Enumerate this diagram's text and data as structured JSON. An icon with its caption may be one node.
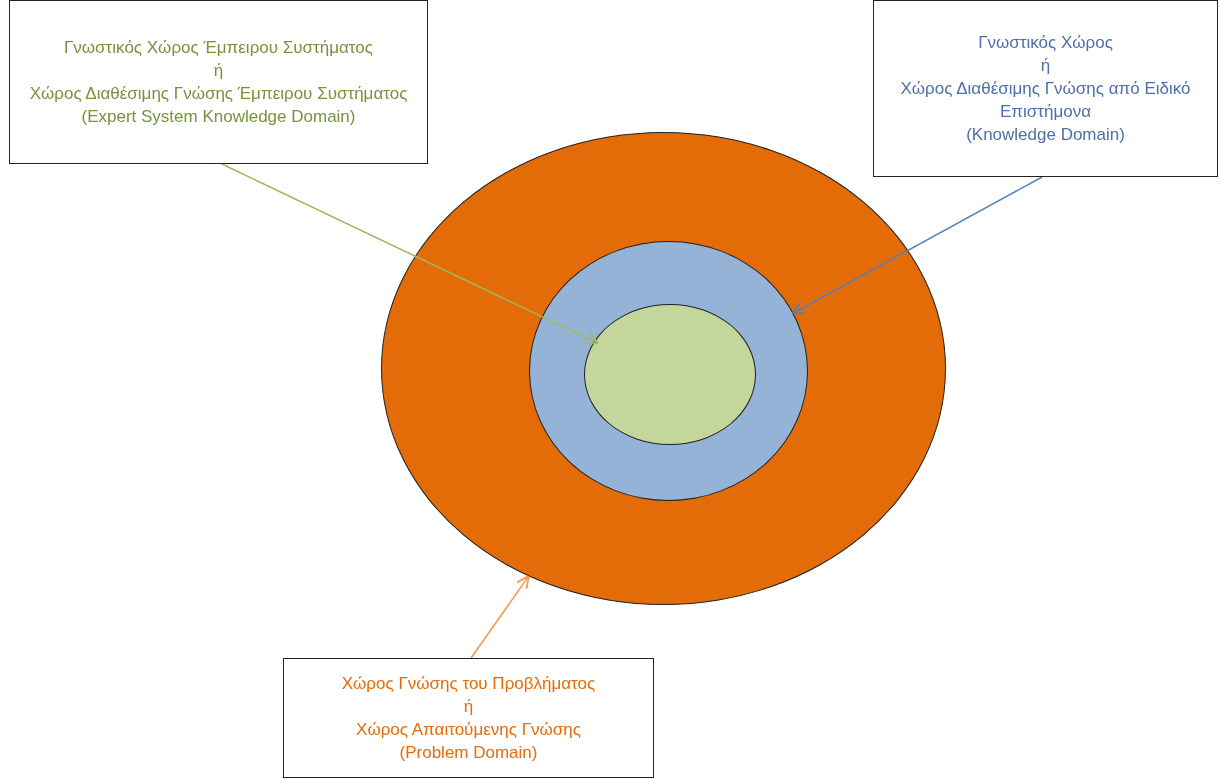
{
  "diagram": {
    "nodes": [
      {
        "text": [
          "Γνωστικός Χώρος Έμπειρου Συστήματος",
          "ή",
          "Χώρος Διαθέσιμης Γνώσης Έμπειρου Συστήματος",
          "(Expert System Knowledge Domain)"
        ]
      },
      {
        "text": [
          "Γνωστικός Χώρος",
          "ή",
          "Χώρος Διαθέσιμης Γνώσης από Ειδικό Επιστήμονα",
          "(Knowledge Domain)"
        ]
      },
      {
        "text": [],
        "shape": "ellipse"
      },
      {
        "text": [],
        "shape": "ellipse",
        "in": 2
      },
      {
        "text": [],
        "shape": "ellipse",
        "in": 3
      },
      {
        "text": [
          "Χώρος Γνώσης του Προβλήματος",
          "ή",
          "Χώρος Απαιτούμενης Γνώσης",
          "(Problem Domain)"
        ]
      }
    ],
    "edges": [
      {
        "from": 0,
        "to": 4,
        "arrow": "to",
        "color": "#9bbb59"
      },
      {
        "from": 1,
        "to": 3,
        "arrow": "to",
        "color": "#4f81bd"
      },
      {
        "from": 5,
        "to": 2,
        "arrow": "to",
        "color": "#f79646"
      }
    ]
  }
}
